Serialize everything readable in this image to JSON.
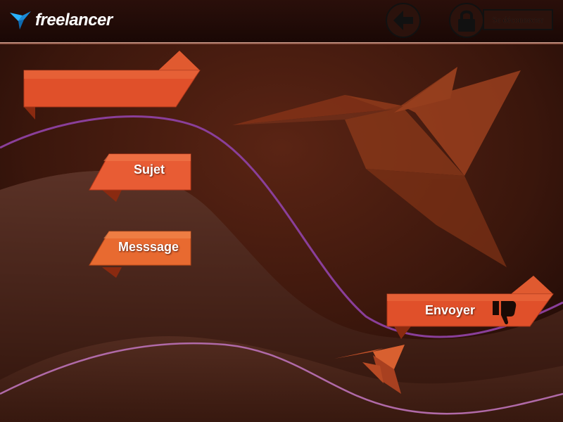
{
  "app": {
    "logo_text": "freelancer"
  },
  "header": {
    "back_icon": "arrow-left-icon",
    "lock_icon": "lock-icon",
    "logout_label": "Se déconnecter"
  },
  "form": {
    "title_ribbon_text": "",
    "subject_label": "Sujet",
    "message_label": "Messsage",
    "send_label": "Envoyer",
    "send_icon": "thumbs-down-icon"
  },
  "colors": {
    "ribbon": "#e0502a",
    "ribbon_dark": "#b8381a",
    "ribbon_orange": "#e86a30",
    "background": "#3a1a10",
    "curve_purple": "#8a3f9a"
  }
}
